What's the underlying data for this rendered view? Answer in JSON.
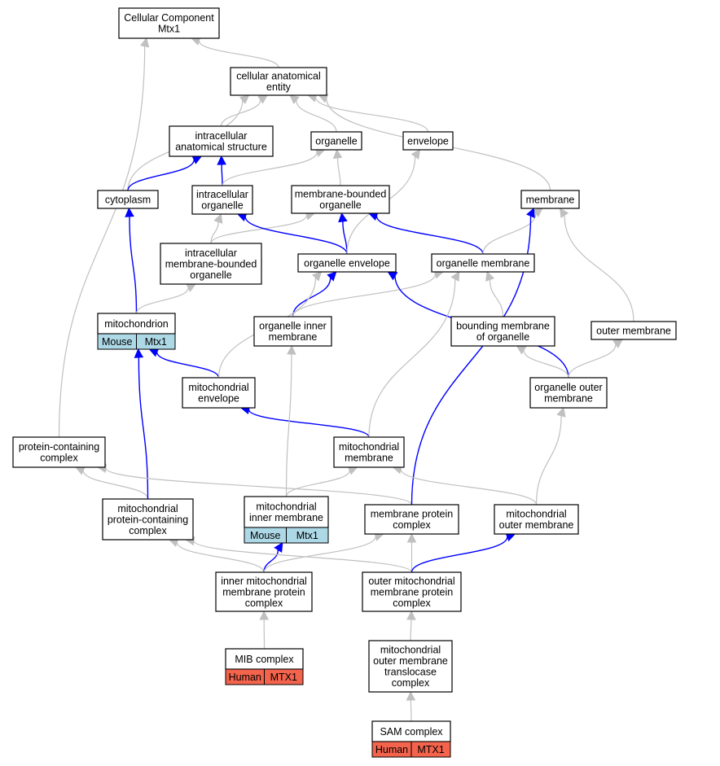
{
  "colors": {
    "gray_edge": "#c0c0c0",
    "blue_edge": "#0000ff",
    "mouse_cell": "#add8e6",
    "human_cell": "#f4634c"
  },
  "nodes": [
    {
      "id": "root",
      "lines": [
        "Cellular Component",
        "Mtx1"
      ]
    },
    {
      "id": "cae",
      "lines": [
        "cellular anatomical",
        "entity"
      ]
    },
    {
      "id": "ias",
      "lines": [
        "intracellular",
        "anatomical structure"
      ]
    },
    {
      "id": "organelle",
      "lines": [
        "organelle"
      ]
    },
    {
      "id": "envelope",
      "lines": [
        "envelope"
      ]
    },
    {
      "id": "cytoplasm",
      "lines": [
        "cytoplasm"
      ]
    },
    {
      "id": "io",
      "lines": [
        "intracellular",
        "organelle"
      ]
    },
    {
      "id": "mbo",
      "lines": [
        "membrane-bounded",
        "organelle"
      ]
    },
    {
      "id": "membrane",
      "lines": [
        "membrane"
      ]
    },
    {
      "id": "imbo",
      "lines": [
        "intracellular",
        "membrane-bounded",
        "organelle"
      ]
    },
    {
      "id": "oenv",
      "lines": [
        "organelle envelope"
      ]
    },
    {
      "id": "omem",
      "lines": [
        "organelle membrane"
      ]
    },
    {
      "id": "mito",
      "lines": [
        "mitochondrion"
      ],
      "annot": [
        "Mouse",
        "Mtx1"
      ],
      "annot_color": "mouse"
    },
    {
      "id": "oim",
      "lines": [
        "organelle inner",
        "membrane"
      ]
    },
    {
      "id": "bmo",
      "lines": [
        "bounding membrane",
        "of organelle"
      ]
    },
    {
      "id": "outm",
      "lines": [
        "outer membrane"
      ]
    },
    {
      "id": "menv",
      "lines": [
        "mitochondrial",
        "envelope"
      ]
    },
    {
      "id": "oom",
      "lines": [
        "organelle outer",
        "membrane"
      ]
    },
    {
      "id": "pcc",
      "lines": [
        "protein-containing",
        "complex"
      ]
    },
    {
      "id": "mmem",
      "lines": [
        "mitochondrial",
        "membrane"
      ]
    },
    {
      "id": "mpcc",
      "lines": [
        "mitochondrial",
        "protein-containing",
        "complex"
      ]
    },
    {
      "id": "mim",
      "lines": [
        "mitochondrial",
        "inner membrane"
      ],
      "annot": [
        "Mouse",
        "Mtx1"
      ],
      "annot_color": "mouse"
    },
    {
      "id": "mpc",
      "lines": [
        "membrane protein",
        "complex"
      ]
    },
    {
      "id": "mom",
      "lines": [
        "mitochondrial",
        "outer membrane"
      ]
    },
    {
      "id": "imm",
      "lines": [
        "inner mitochondrial",
        "membrane protein",
        "complex"
      ]
    },
    {
      "id": "omm",
      "lines": [
        "outer mitochondrial",
        "membrane protein",
        "complex"
      ]
    },
    {
      "id": "mib",
      "lines": [
        "MIB complex"
      ],
      "annot": [
        "Human",
        "MTX1"
      ],
      "annot_color": "human"
    },
    {
      "id": "tom",
      "lines": [
        "mitochondrial",
        "outer membrane",
        "translocase",
        "complex"
      ]
    },
    {
      "id": "sam",
      "lines": [
        "SAM complex"
      ],
      "annot": [
        "Human",
        "MTX1"
      ],
      "annot_color": "human"
    }
  ],
  "edges": [
    {
      "from": "cae",
      "to": "root",
      "kind": "gray"
    },
    {
      "from": "pcc",
      "to": "root",
      "kind": "gray"
    },
    {
      "from": "ias",
      "to": "cae",
      "kind": "gray"
    },
    {
      "from": "organelle",
      "to": "cae",
      "kind": "gray"
    },
    {
      "from": "envelope",
      "to": "cae",
      "kind": "gray"
    },
    {
      "from": "membrane",
      "to": "cae",
      "kind": "gray"
    },
    {
      "from": "cytoplasm",
      "to": "cae",
      "kind": "gray"
    },
    {
      "from": "cytoplasm",
      "to": "ias",
      "kind": "blue"
    },
    {
      "from": "io",
      "to": "ias",
      "kind": "blue"
    },
    {
      "from": "io",
      "to": "organelle",
      "kind": "gray"
    },
    {
      "from": "mbo",
      "to": "organelle",
      "kind": "gray"
    },
    {
      "from": "imbo",
      "to": "io",
      "kind": "gray"
    },
    {
      "from": "imbo",
      "to": "mbo",
      "kind": "gray"
    },
    {
      "from": "oenv",
      "to": "io",
      "kind": "blue"
    },
    {
      "from": "oenv",
      "to": "mbo",
      "kind": "blue"
    },
    {
      "from": "oenv",
      "to": "envelope",
      "kind": "gray"
    },
    {
      "from": "omem",
      "to": "mbo",
      "kind": "blue"
    },
    {
      "from": "omem",
      "to": "membrane",
      "kind": "gray"
    },
    {
      "from": "mito",
      "to": "cytoplasm",
      "kind": "blue"
    },
    {
      "from": "mito",
      "to": "imbo",
      "kind": "gray"
    },
    {
      "from": "oim",
      "to": "oenv",
      "kind": "blue"
    },
    {
      "from": "oim",
      "to": "omem",
      "kind": "gray"
    },
    {
      "from": "bmo",
      "to": "omem",
      "kind": "gray"
    },
    {
      "from": "outm",
      "to": "membrane",
      "kind": "gray"
    },
    {
      "from": "menv",
      "to": "mito",
      "kind": "blue"
    },
    {
      "from": "menv",
      "to": "oenv",
      "kind": "gray"
    },
    {
      "from": "oom",
      "to": "oenv",
      "kind": "blue"
    },
    {
      "from": "oom",
      "to": "bmo",
      "kind": "gray"
    },
    {
      "from": "oom",
      "to": "outm",
      "kind": "gray"
    },
    {
      "from": "mmem",
      "to": "menv",
      "kind": "blue"
    },
    {
      "from": "mmem",
      "to": "omem",
      "kind": "gray"
    },
    {
      "from": "mpcc",
      "to": "pcc",
      "kind": "gray"
    },
    {
      "from": "mpcc",
      "to": "mito",
      "kind": "blue"
    },
    {
      "from": "mpc",
      "to": "pcc",
      "kind": "gray"
    },
    {
      "from": "mpc",
      "to": "membrane",
      "kind": "blue"
    },
    {
      "from": "mim",
      "to": "oim",
      "kind": "gray"
    },
    {
      "from": "mim",
      "to": "mmem",
      "kind": "gray"
    },
    {
      "from": "mom",
      "to": "mmem",
      "kind": "gray"
    },
    {
      "from": "mom",
      "to": "oom",
      "kind": "gray"
    },
    {
      "from": "imm",
      "to": "mpcc",
      "kind": "gray"
    },
    {
      "from": "imm",
      "to": "mim",
      "kind": "blue"
    },
    {
      "from": "imm",
      "to": "mpc",
      "kind": "gray"
    },
    {
      "from": "omm",
      "to": "mpcc",
      "kind": "gray"
    },
    {
      "from": "omm",
      "to": "mpc",
      "kind": "gray"
    },
    {
      "from": "omm",
      "to": "mom",
      "kind": "blue"
    },
    {
      "from": "mib",
      "to": "imm",
      "kind": "gray"
    },
    {
      "from": "tom",
      "to": "omm",
      "kind": "gray"
    },
    {
      "from": "sam",
      "to": "tom",
      "kind": "gray"
    }
  ]
}
